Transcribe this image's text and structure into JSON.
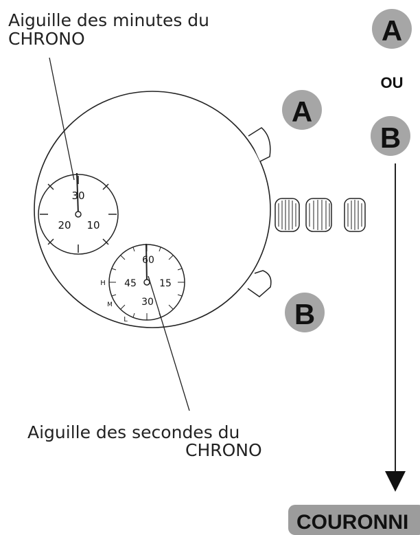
{
  "labels": {
    "minutes_hand_line1": "Aiguille des minutes du",
    "minutes_hand_line2": "CHRONO",
    "seconds_hand_line1": "Aiguille des secondes du",
    "seconds_hand_line2": "CHRONO",
    "ou": "OU",
    "couronne": "COURONNI"
  },
  "buttons": {
    "a_label": "A",
    "b_label": "B"
  },
  "subdial_minutes": {
    "top": "30",
    "left": "20",
    "right": "10"
  },
  "subdial_seconds": {
    "top": "60",
    "left": "45",
    "right": "15",
    "bottom": "30",
    "mark_h": "H",
    "mark_m": "M",
    "mark_l": "L"
  },
  "colors": {
    "line": "#222222",
    "badge_fill": "#a6a6a6",
    "badge_text": "#111111",
    "couronne_fill": "#9c9c9c"
  }
}
